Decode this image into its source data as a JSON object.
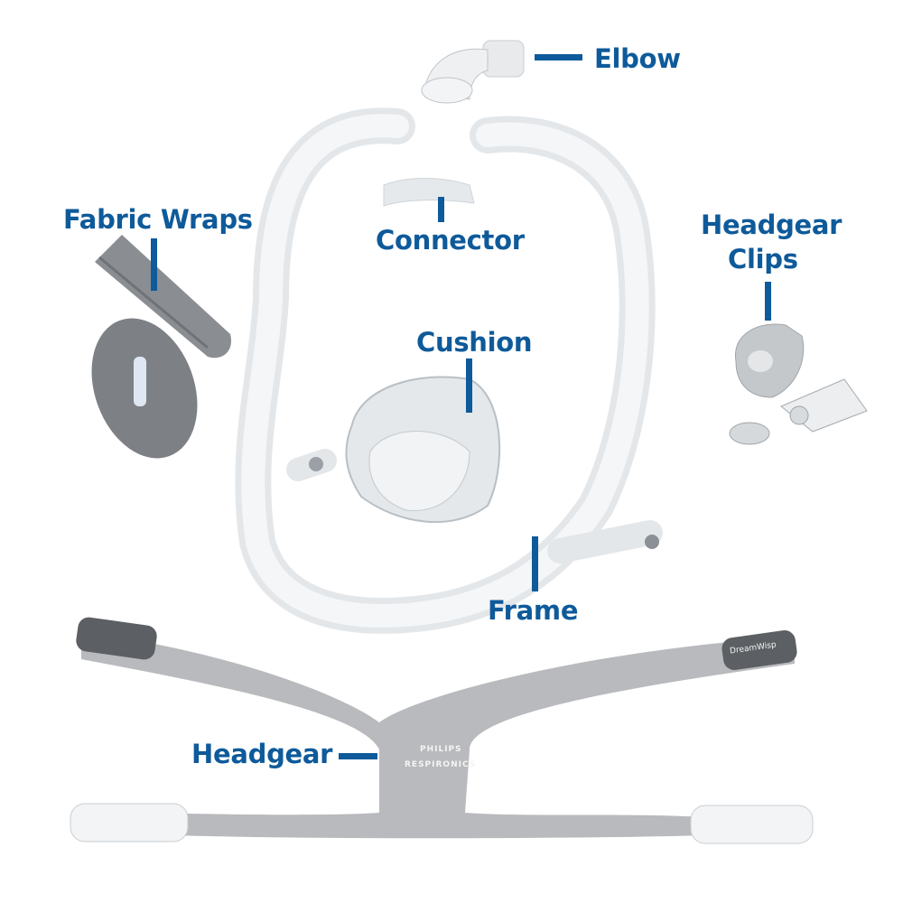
{
  "labels": {
    "elbow": "Elbow",
    "fabric_wraps": "Fabric Wraps",
    "connector": "Connector",
    "headgear_clips_line1": "Headgear",
    "headgear_clips_line2": "Clips",
    "cushion": "Cushion",
    "frame": "Frame",
    "headgear": "Headgear"
  },
  "product_marks": {
    "strap_tab": "DreamWisp",
    "brand_line1": "PHILIPS",
    "brand_line2": "RESPIRONICS"
  },
  "colors": {
    "label": "#0e5a9a"
  }
}
